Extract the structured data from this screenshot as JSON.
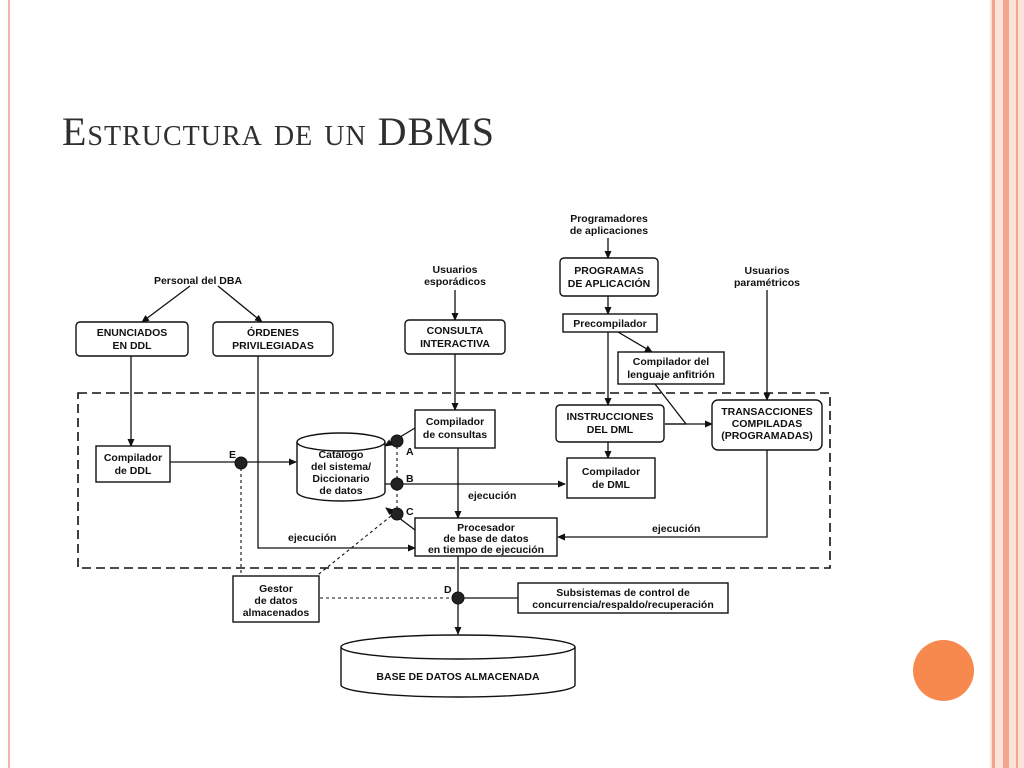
{
  "slide": {
    "title": "Estructura de un DBMS",
    "accent_color": "#f7894f",
    "frame_color": "#f3a58f"
  },
  "diagram": {
    "labels": {
      "personal_dba": "Personal del DBA",
      "usuarios_esporadicos": [
        "Usuarios",
        "esporádicos"
      ],
      "programadores": [
        "Programadores",
        "de aplicaciones"
      ],
      "usuarios_parametricos": [
        "Usuarios",
        "paramétricos"
      ],
      "ejecucion_1": "ejecución",
      "ejecucion_2": "ejecución",
      "ejecucion_3": "ejecución",
      "conn_a": "A",
      "conn_b": "B",
      "conn_c": "C",
      "conn_d": "D",
      "conn_e": "E"
    },
    "boxes": {
      "enunciados_ddl": [
        "ENUNCIADOS",
        "EN DDL"
      ],
      "ordenes_privilegiadas": [
        "ÓRDENES",
        "PRIVILEGIADAS"
      ],
      "consulta_interactiva": [
        "CONSULTA",
        "INTERACTIVA"
      ],
      "programas_aplicacion": [
        "PROGRAMAS",
        "DE APLICACIÓN"
      ],
      "precompilador": [
        "Precompilador"
      ],
      "compilador_lenguaje": [
        "Compilador del",
        "lenguaje anfitrión"
      ],
      "transacciones": [
        "TRANSACCIONES",
        "COMPILADAS",
        "(PROGRAMADAS)"
      ],
      "compilador_ddl": [
        "Compilador",
        "de DDL"
      ],
      "catalogo": [
        "Catálogo",
        "del sistema/",
        "Diccionario",
        "de datos"
      ],
      "compilador_consultas": [
        "Compilador",
        "de consultas"
      ],
      "instrucciones_dml": [
        "INSTRUCCIONES",
        "DEL DML"
      ],
      "compilador_dml": [
        "Compilador",
        "de DML"
      ],
      "procesador": [
        "Procesador",
        "de base de datos",
        "en tiempo de ejecución"
      ],
      "gestor": [
        "Gestor",
        "de datos",
        "almacenados"
      ],
      "subsistemas": [
        "Subsistemas de control de",
        "concurrencia/respaldo/recuperación"
      ],
      "base_datos": [
        "BASE DE DATOS ALMACENADA"
      ]
    }
  }
}
